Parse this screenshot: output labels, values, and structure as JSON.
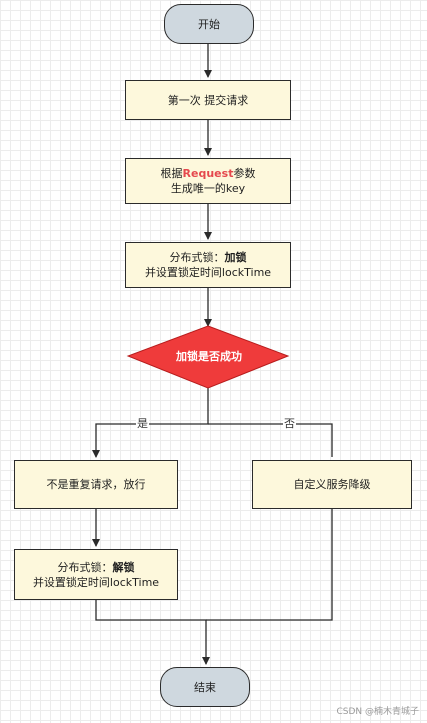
{
  "nodes": {
    "start": "开始",
    "submit": "第一次 提交请求",
    "key_line1_prefix": "根据",
    "key_line1_highlight": "Request",
    "key_line1_suffix": "参数",
    "key_line2": "生成唯一的key",
    "lock_line1_prefix": "分布式锁：",
    "lock_line1_bold": "加锁",
    "lock_line2": "并设置锁定时间lockTime",
    "decision": "加锁是否成功",
    "not_duplicate": "不是重复请求，放行",
    "degrade": "自定义服务降级",
    "unlock_line1_prefix": "分布式锁：",
    "unlock_line1_bold": "解锁",
    "unlock_line2": "并设置锁定时间lockTime",
    "end": "结束"
  },
  "edge_labels": {
    "yes": "是",
    "no": "否"
  },
  "watermark": "CSDN @楠木青城子",
  "colors": {
    "terminal_fill": "#cfd8df",
    "process_fill": "#fdf8dc",
    "decision_fill": "#ef3b3b",
    "line": "#2b2b2b",
    "highlight_text": "#e5484d"
  }
}
